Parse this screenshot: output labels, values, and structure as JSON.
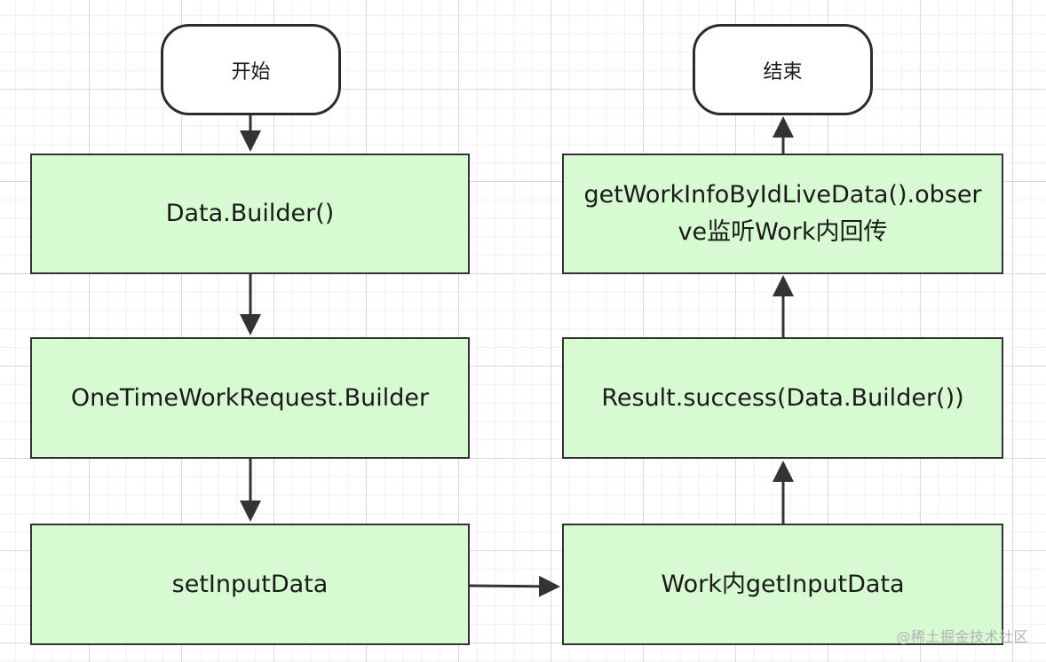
{
  "nodes": {
    "start": "开始",
    "end": "结束",
    "data_builder": "Data.Builder()",
    "one_time_work_request": "OneTimeWorkRequest.Builder",
    "set_input_data": "setInputData",
    "work_get_input_data": "Work内getInputData",
    "result_success": "Result.success(Data.Builder())",
    "observe_live_data": "getWorkInfoByIdLiveData().observe监听Work内回传"
  },
  "watermark": "@稀土掘金技术社区",
  "colors": {
    "process_fill": "#d8fad2",
    "terminal_fill": "#ffffff",
    "stroke": "#333333"
  }
}
